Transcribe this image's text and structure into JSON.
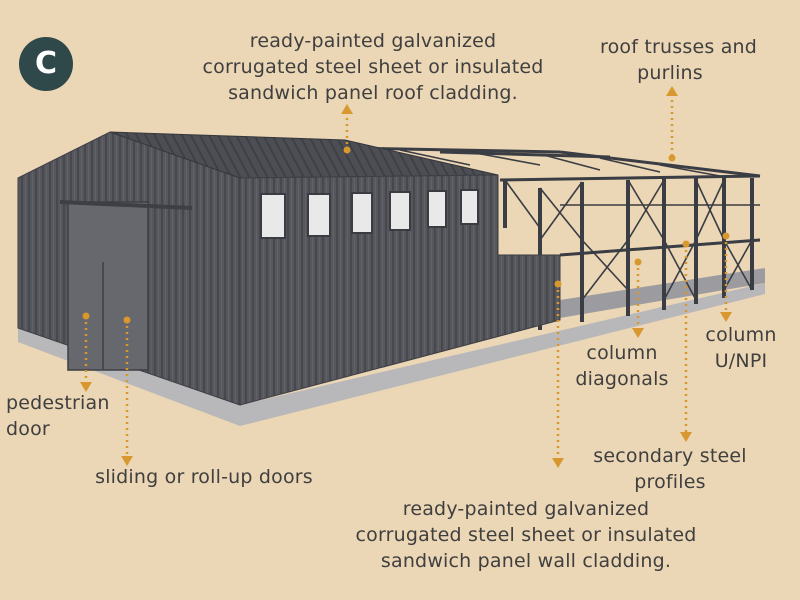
{
  "badge": "C",
  "colors": {
    "background": "#EBD6B5",
    "leader": "#D9982F",
    "cladding": "#55575C",
    "frame": "#3A3D43",
    "base": "#B8B8BA",
    "badge": "#2F4849",
    "text": "#3F3F3F"
  },
  "labels": {
    "roof_cladding": [
      "ready-painted galvanized",
      "corrugated steel sheet or insulated",
      "sandwich panel roof cladding."
    ],
    "trusses": [
      "roof trusses and",
      "purlins"
    ],
    "column_npi": [
      "column",
      "U/NPI"
    ],
    "column_diagonals": [
      "column",
      "diagonals"
    ],
    "secondary": [
      "secondary steel",
      "profiles"
    ],
    "wall_cladding": [
      "ready-painted galvanized",
      "corrugated steel sheet or insulated",
      "sandwich panel wall cladding."
    ],
    "pedestrian": [
      "pedestrian",
      "door"
    ],
    "sliding": [
      "sliding or roll-up doors"
    ]
  }
}
